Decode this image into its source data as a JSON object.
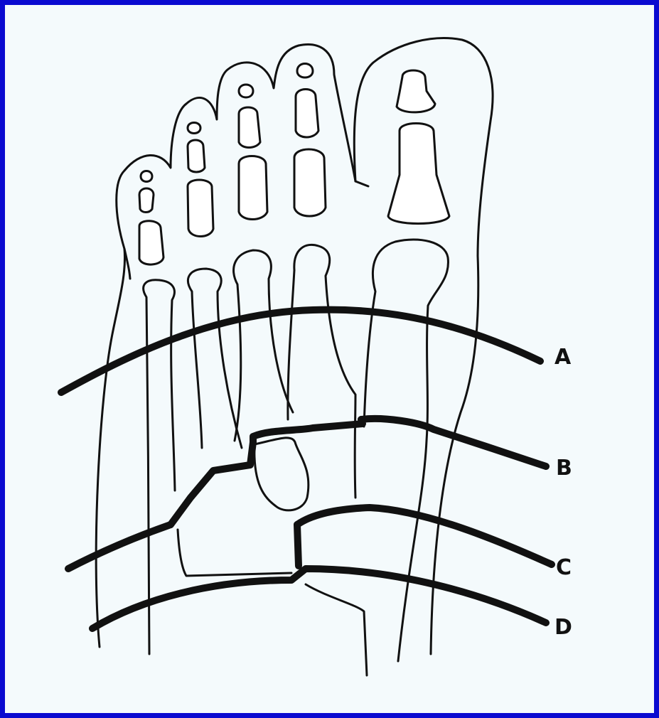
{
  "colors": {
    "frame": "#0a0ad0",
    "paper": "#f4fafc",
    "ink": "#111111"
  },
  "joint_lines": [
    {
      "id": "A",
      "label": "A"
    },
    {
      "id": "B",
      "label": "B"
    },
    {
      "id": "C",
      "label": "C"
    },
    {
      "id": "D",
      "label": "D"
    }
  ]
}
